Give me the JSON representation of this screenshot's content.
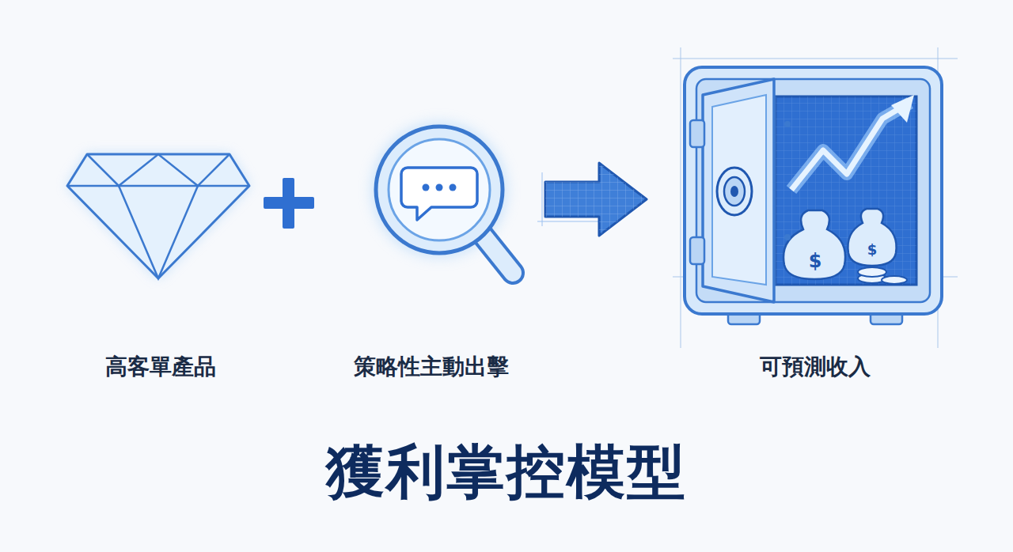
{
  "diagram": {
    "title": "獲利掌控模型",
    "nodes": [
      {
        "text": [
          "高客單產品"
        ]
      },
      {
        "text": [
          "策略性主動出擊"
        ]
      },
      {
        "text": [
          "可預測收入"
        ]
      }
    ],
    "edges": [
      {
        "from": 1,
        "to": 2,
        "arrow": "to"
      }
    ]
  }
}
